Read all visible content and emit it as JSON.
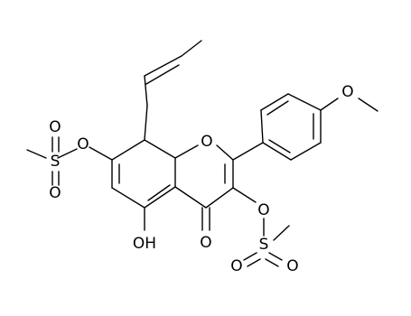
{
  "diagram": {
    "type": "chemical-structure",
    "background_color": "#ffffff",
    "bond_color": "#000000",
    "atom_labels": {
      "ring_oxygen": "O",
      "methoxy_oxygen": "O",
      "ester_oxygen_7": "O",
      "sulfur_7": "S",
      "sulfonyl_oxygen_7a": "O",
      "sulfonyl_oxygen_7b": "O",
      "ester_oxygen_3": "O",
      "sulfur_3": "S",
      "sulfonyl_oxygen_3a": "O",
      "sulfonyl_oxygen_3b": "O",
      "hydroxyl": "OH",
      "carbonyl_oxygen": "O"
    }
  }
}
